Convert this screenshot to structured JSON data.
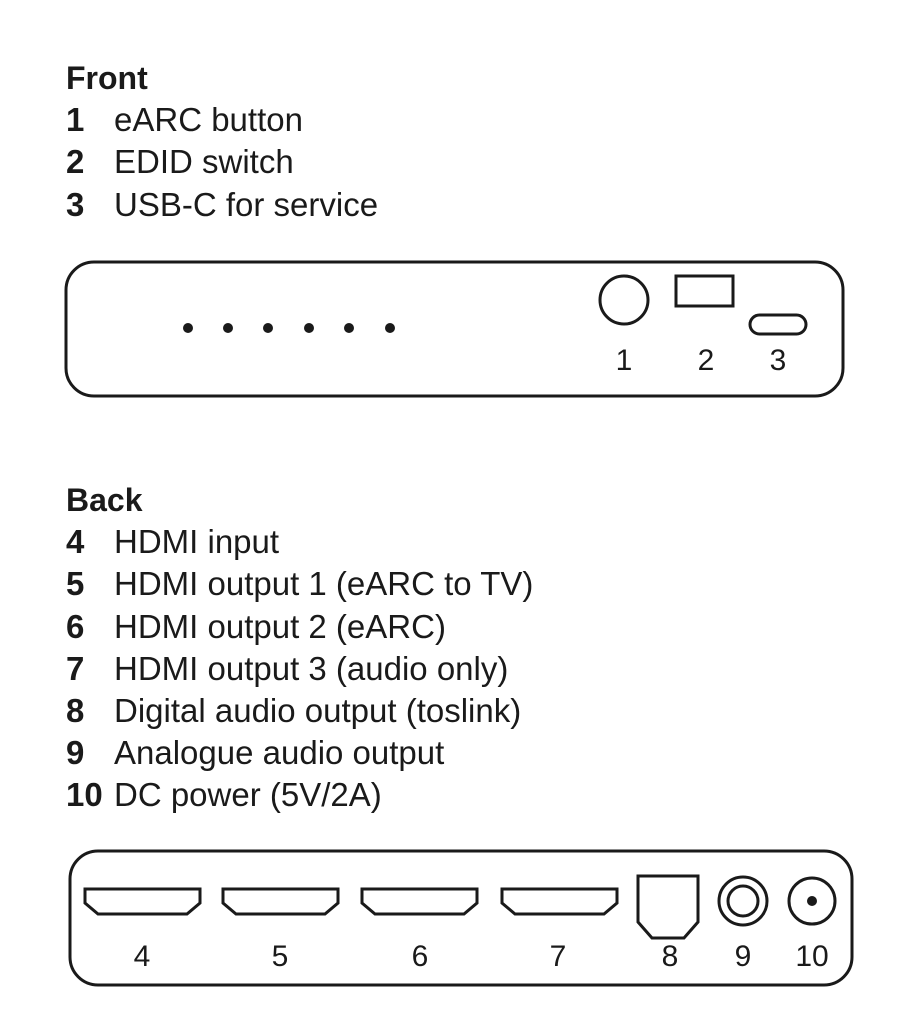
{
  "front": {
    "heading": "Front",
    "items": [
      {
        "num": "1",
        "text": "eARC button"
      },
      {
        "num": "2",
        "text": "EDID switch"
      },
      {
        "num": "3",
        "text": "USB-C for service"
      }
    ],
    "panel_labels": [
      "1",
      "2",
      "3"
    ]
  },
  "back": {
    "heading": "Back",
    "items": [
      {
        "num": "4",
        "text": "HDMI input"
      },
      {
        "num": "5",
        "text": "HDMI output 1 (eARC to TV)"
      },
      {
        "num": "6",
        "text": "HDMI output 2 (eARC)"
      },
      {
        "num": "7",
        "text": "HDMI output 3 (audio only)"
      },
      {
        "num": "8",
        "text": "Digital audio output (toslink)"
      },
      {
        "num": "9",
        "text": "Analogue audio output"
      },
      {
        "num": "10",
        "text": "DC power (5V/2A)"
      }
    ],
    "panel_labels": [
      "4",
      "5",
      "6",
      "7",
      "8",
      "9",
      "10"
    ]
  }
}
